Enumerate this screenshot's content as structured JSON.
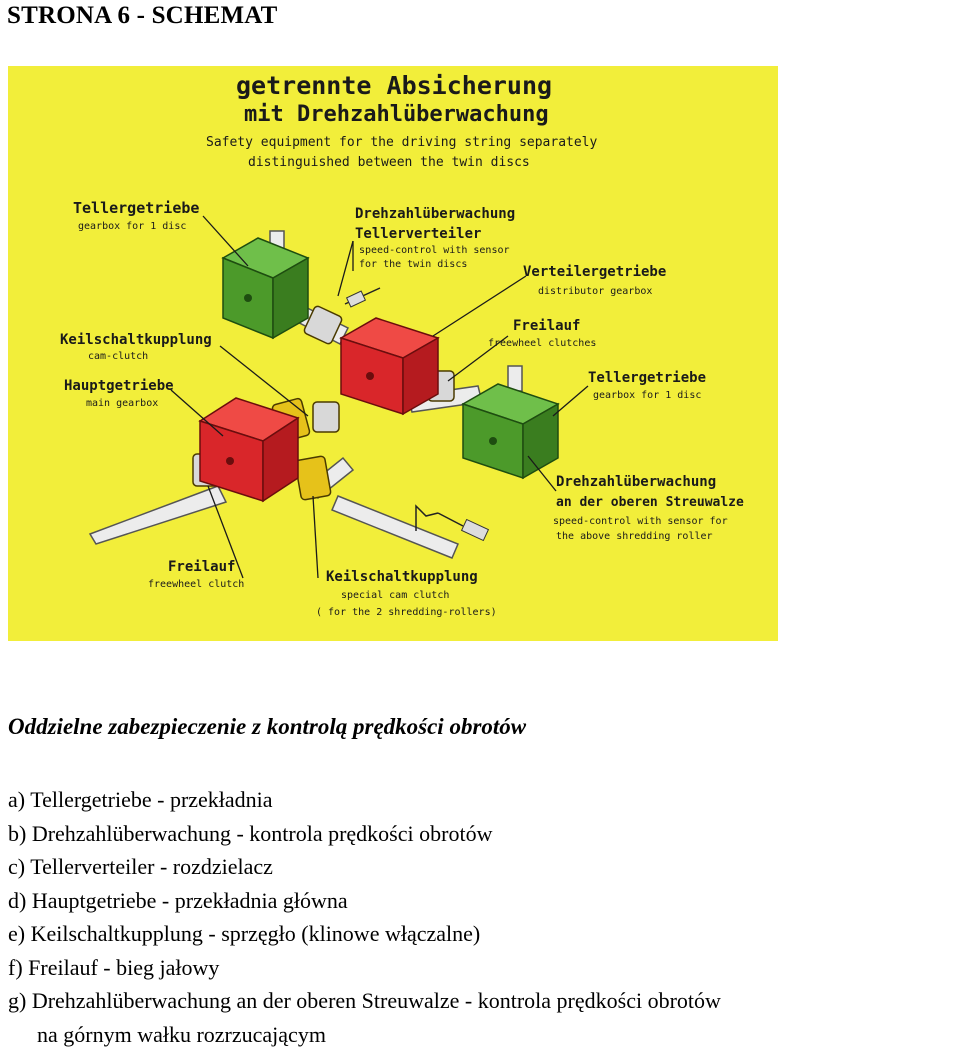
{
  "page_heading": "STRONA 6 - SCHEMAT",
  "figure": {
    "title_line1": "getrennte Absicherung",
    "title_line2": "mit Drehzahlüberwachung",
    "subtitle_line1": "Safety equipment for the driving string separately",
    "subtitle_line2": "distinguished between the twin discs",
    "labels": {
      "tellergetriebe_left": "Tellergetriebe",
      "tellergetriebe_left_en": "gearbox for 1 disc",
      "drehzahl_top": "Drehzahlüberwachung",
      "tellerverteiler": "Tellerverteiler",
      "tellerverteiler_en1": "speed-control with sensor",
      "tellerverteiler_en2": "for the twin discs",
      "verteilergetriebe": "Verteilergetriebe",
      "verteilergetriebe_en": "distributor gearbox",
      "keilschalt_left": "Keilschaltkupplung",
      "keilschalt_left_en": "cam-clutch",
      "freilauf_top": "Freilauf",
      "freilauf_top_en": "freewheel clutches",
      "hauptgetriebe": "Hauptgetriebe",
      "hauptgetriebe_en": "main gearbox",
      "tellergetriebe_right": "Tellergetriebe",
      "tellergetriebe_right_en": "gearbox for 1 disc",
      "drehzahl_bottom1": "Drehzahlüberwachung",
      "drehzahl_bottom2": "an der oberen Streuwalze",
      "drehzahl_bottom_en1": "speed-control with sensor for",
      "drehzahl_bottom_en2": "the above shredding roller",
      "freilauf_bottom": "Freilauf",
      "freilauf_bottom_en": "freewheel clutch",
      "keilschalt_bottom": "Keilschaltkupplung",
      "keilschalt_bottom_en1": "special cam clutch",
      "keilschalt_bottom_en2": "( for the 2 shredding-rollers)"
    },
    "colors": {
      "background": "#f2ee3a",
      "gearbox_green": "#4c9a2a",
      "gearbox_red": "#d9262a",
      "shaft": "#e8e8e8",
      "clutch_yellow": "#e6c21a"
    }
  },
  "section_title": "Oddzielne zabezpieczenie z kontrolą prędkości obrotów",
  "legend": [
    "a) Tellergetriebe - przekładnia",
    "b) Drehzahlüberwachung - kontrola prędkości obrotów",
    "c) Tellerverteiler - rozdzielacz",
    "d) Hauptgetriebe - przekładnia główna",
    "e) Keilschaltkupplung - sprzęgło (klinowe włączalne)",
    "f) Freilauf - bieg jałowy",
    "g) Drehzahlüberwachung an der oberen Streuwalze - kontrola prędkości obrotów",
    "na górnym wałku rozrzucającym"
  ]
}
